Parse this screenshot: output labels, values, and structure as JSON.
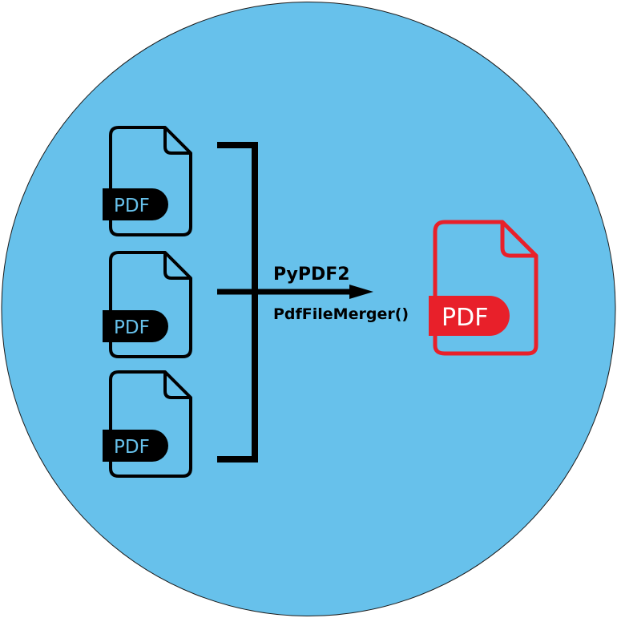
{
  "colors": {
    "background_circle": "#67c1eb",
    "input_file": "#000000",
    "input_badge_text": "#67c1eb",
    "output_file": "#e8202a",
    "output_badge_text": "#ffffff",
    "connector": "#000000"
  },
  "input_files": [
    {
      "badge": "PDF",
      "icon": "pdf-file-icon"
    },
    {
      "badge": "PDF",
      "icon": "pdf-file-icon"
    },
    {
      "badge": "PDF",
      "icon": "pdf-file-icon"
    }
  ],
  "process": {
    "library": "PyPDF2",
    "method": "PdfFileMerger()"
  },
  "output_file": {
    "badge": "PDF",
    "icon": "pdf-file-icon"
  }
}
